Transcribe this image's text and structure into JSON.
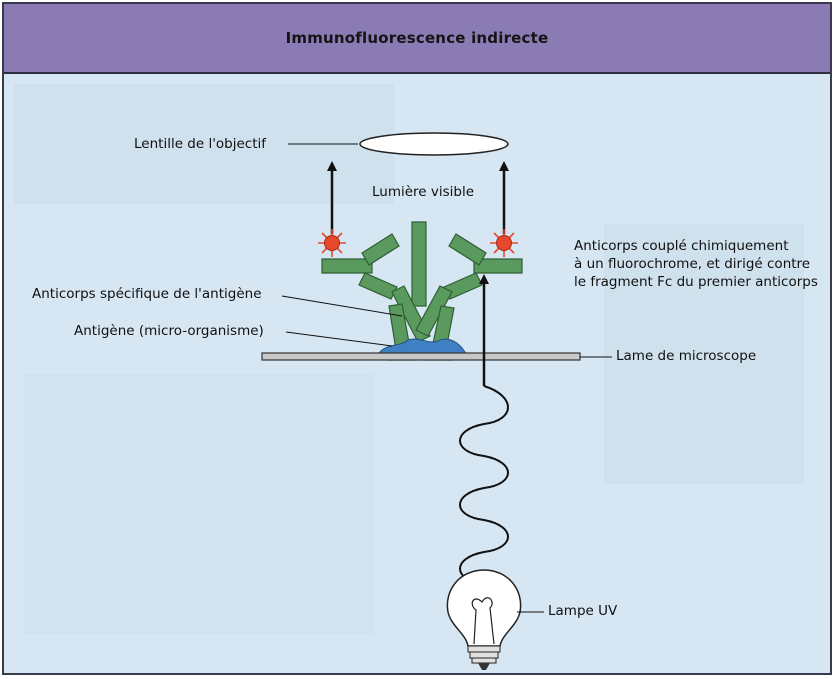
{
  "title": "Immunofluorescence indirecte",
  "labels": {
    "lens": "Lentille de l'objectif",
    "visible_light": "Lumière visible",
    "secondary_antibody_1": "Anticorps couplé chimiquement",
    "secondary_antibody_2": "à un fluorochrome, et dirigé contre",
    "secondary_antibody_3": "le fragment Fc du premier anticorps",
    "primary_antibody": "Anticorps spécifique de l'antigène",
    "antigen": "Antigène (micro-organisme)",
    "slide": "Lame de microscope",
    "uv_lamp": "Lampe UV"
  },
  "colors": {
    "header": "#8a7bb4",
    "background": "#d6e6f2",
    "antibody": "#5a9a5e",
    "antigen": "#3f7fc4",
    "fluorochrome": "#e8482c"
  }
}
